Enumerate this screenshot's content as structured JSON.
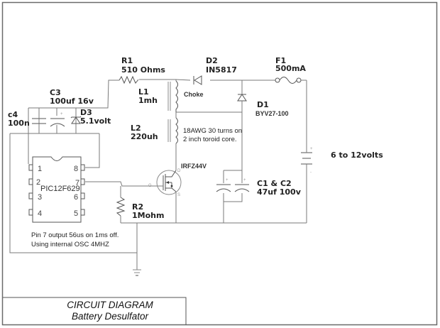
{
  "title_block": {
    "line1": "CIRCUIT DIAGRAM",
    "line2": "Battery Desulfator"
  },
  "components": {
    "r1": {
      "ref": "R1",
      "value": "510 Ohms"
    },
    "r2": {
      "ref": "R2",
      "value": "1Mohm"
    },
    "l1": {
      "ref": "L1",
      "value": "1mh",
      "note": "Choke"
    },
    "l2": {
      "ref": "L2",
      "value": "220uh",
      "note_line1": "18AWG 30 turns on",
      "note_line2": "2 inch toroid core."
    },
    "d1": {
      "ref": "D1",
      "value": "BYV27-100"
    },
    "d2": {
      "ref": "D2",
      "value": "IN5817"
    },
    "d3": {
      "ref": "D3",
      "value": "5.1volt"
    },
    "c3": {
      "ref": "C3",
      "value": "100uf 16v"
    },
    "c4": {
      "ref": "c4",
      "value": "100n"
    },
    "c1c2": {
      "ref": "C1 & C2",
      "value": "47uf 100v"
    },
    "f1": {
      "ref": "F1",
      "value": "500mA"
    },
    "q1": {
      "value": "IRFZ44V",
      "pin_d": "D",
      "pin_g": "G",
      "pin_s": "S"
    },
    "battery": {
      "value": "6 to 12volts",
      "plus": "+",
      "minus": "-"
    },
    "ic": {
      "name": "PIC12F629",
      "pins": [
        "1",
        "2",
        "3",
        "4",
        "5",
        "6",
        "7",
        "8"
      ]
    }
  },
  "notes": {
    "line1": "Pin 7 output  56us on 1ms off.",
    "line2": "Using internal OSC 4MHZ"
  },
  "polarity": {
    "plus": "+"
  }
}
